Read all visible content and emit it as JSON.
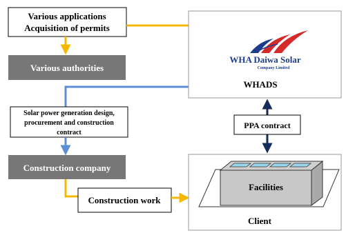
{
  "diagram": {
    "top_box_line1": "Various applications",
    "top_box_line2": "Acquisition of permits",
    "authorities_label": "Various authorities",
    "design_line1": "Solar power generation design,",
    "design_line2": "procurement and construction",
    "design_line3": "contract",
    "construction_company_label": "Construction company",
    "construction_work_label": "Construction work",
    "ppa_label": "PPA contract",
    "whads_label": "WHADS",
    "logo_name": "WHA Daiwa Solar",
    "logo_subtitle": "Company Limited",
    "facilities_label": "Facilities",
    "client_label": "Client"
  },
  "colors": {
    "yellow_arrow": "#f5b800",
    "blue_arrow": "#5b8fd4",
    "navy_arrow": "#142c5a",
    "gray_box": "#777777",
    "logo_blue": "#1d3d8a",
    "logo_red": "#d42a2a"
  },
  "icons": {
    "logo": "wha-daiwa-solar-logo",
    "facility": "facility-building-with-solar-panels"
  }
}
